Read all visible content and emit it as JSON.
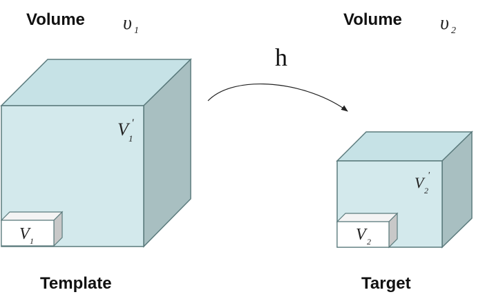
{
  "left": {
    "volume_label": "Volume",
    "volume_symbol": "υ",
    "volume_subscript": "1",
    "big_label": "V",
    "big_subscript": "1",
    "big_prime": "'",
    "small_label": "V",
    "small_subscript": "1",
    "caption": "Template"
  },
  "right": {
    "volume_label": "Volume",
    "volume_symbol": "υ",
    "volume_subscript": "2",
    "big_label": "V",
    "big_subscript": "2",
    "big_prime": "'",
    "small_label": "V",
    "small_subscript": "2",
    "caption": "Target"
  },
  "transform_label": "h",
  "colors": {
    "cube_front": "#d3e9ec",
    "cube_top": "#c6e2e6",
    "cube_side": "#a8bfc1",
    "small_front": "#ffffff",
    "small_side": "#c8c8c8",
    "stroke": "#5a7a7c",
    "arrow": "#222222"
  }
}
